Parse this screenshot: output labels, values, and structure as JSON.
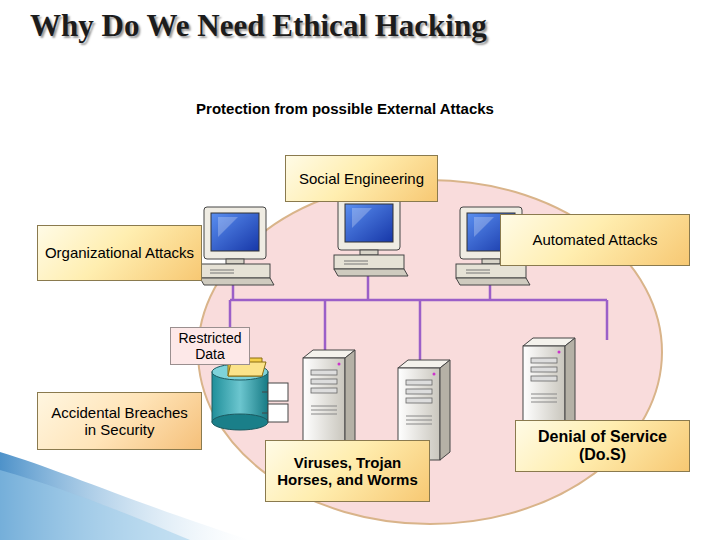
{
  "diagram": {
    "title": "Why Do We Need Ethical Hacking",
    "nodes": [
      {
        "text": [
          "Social Engineering"
        ]
      },
      {
        "text": [
          "Organizational Attacks"
        ]
      },
      {
        "text": [
          "Automated Attacks"
        ]
      },
      {
        "text": [
          "Restricted Data"
        ]
      },
      {
        "text": [
          "Accidental Breaches in Security"
        ]
      },
      {
        "text": [
          "Viruses, Trojan Horses, and Worms"
        ]
      },
      {
        "text": [
          "Denial of Service (Do.S)"
        ]
      }
    ],
    "labels": [
      "Protection from possible External Attacks"
    ]
  }
}
